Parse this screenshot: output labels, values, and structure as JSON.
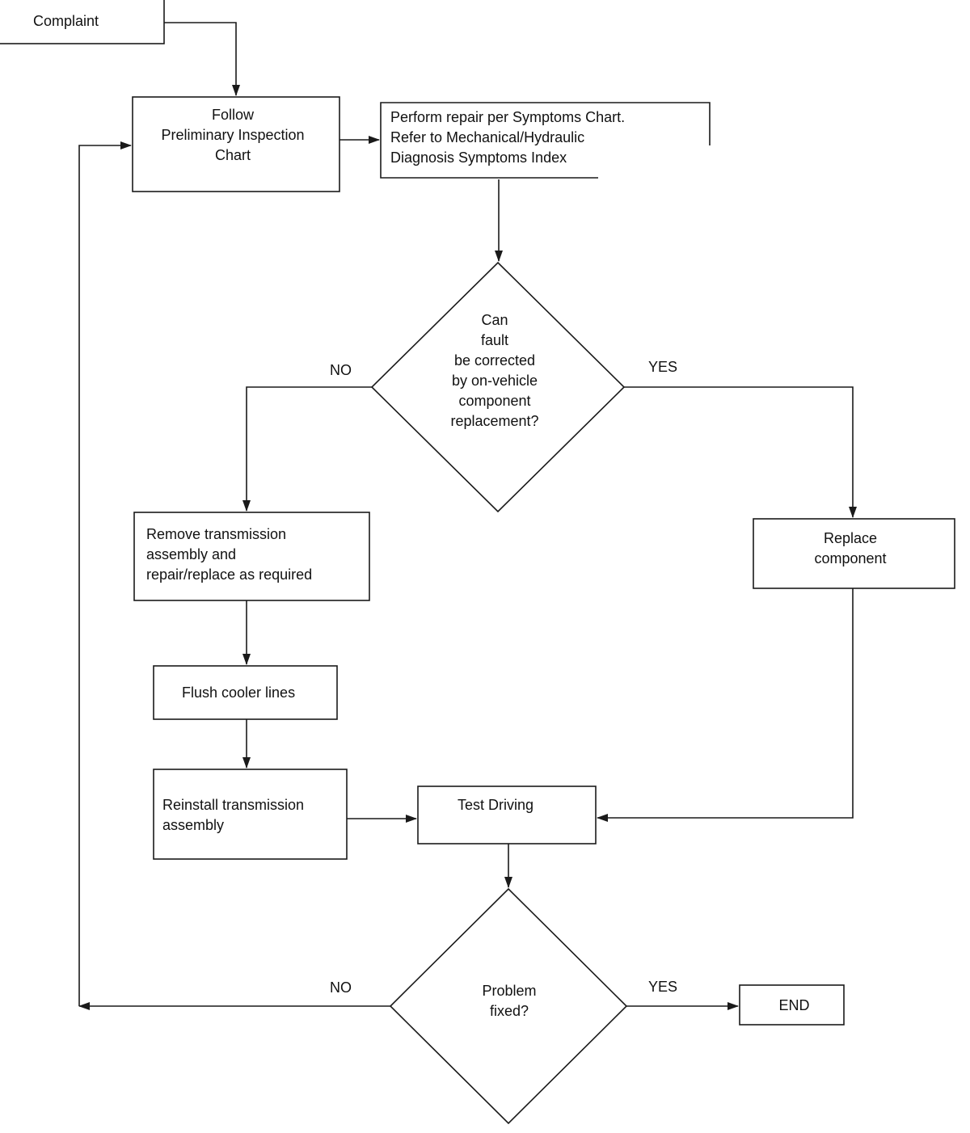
{
  "colors": {
    "stroke": "#1a1a1a",
    "text": "#111111",
    "background": "#ffffff"
  },
  "nodes": {
    "complaint": {
      "lines": [
        "Complaint"
      ]
    },
    "preliminary": {
      "lines": [
        "Follow",
        "Preliminary Inspection",
        "Chart"
      ]
    },
    "symptoms": {
      "lines": [
        "Perform repair per Symptoms Chart.",
        "Refer to Mechanical/Hydraulic",
        "Diagnosis Symptoms Index"
      ]
    },
    "decision_fault": {
      "lines": [
        "Can",
        "fault",
        "be corrected",
        "by on-vehicle",
        "component",
        "replacement?"
      ]
    },
    "remove": {
      "lines": [
        "Remove transmission",
        "assembly and",
        "repair/replace as required"
      ]
    },
    "replace": {
      "lines": [
        "Replace",
        "component"
      ]
    },
    "flush": {
      "lines": [
        "Flush cooler lines"
      ]
    },
    "reinstall": {
      "lines": [
        "Reinstall transmission",
        "assembly"
      ]
    },
    "test_drive": {
      "lines": [
        "Test Driving"
      ]
    },
    "decision_fixed": {
      "lines": [
        "Problem",
        "fixed?"
      ]
    },
    "end": {
      "lines": [
        "END"
      ]
    }
  },
  "edge_labels": {
    "fault_no": "NO",
    "fault_yes": "YES",
    "fixed_no": "NO",
    "fixed_yes": "YES"
  }
}
